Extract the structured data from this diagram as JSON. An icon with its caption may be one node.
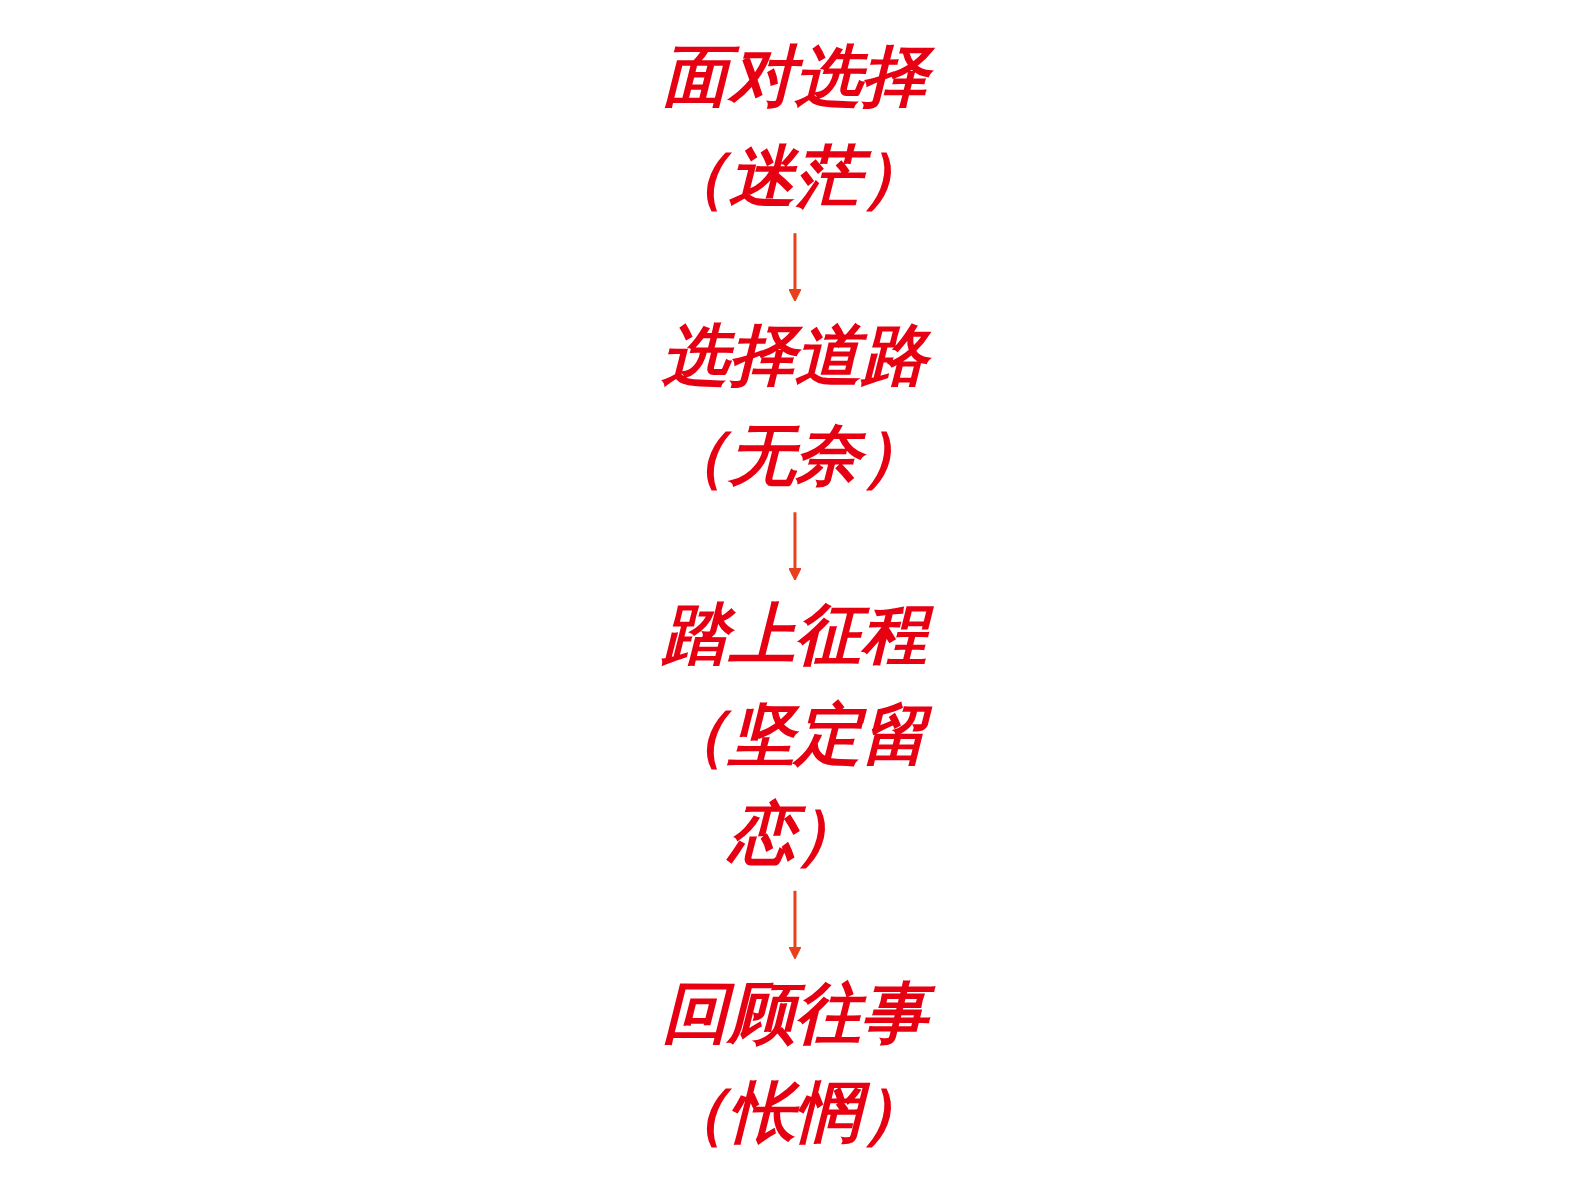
{
  "diagram": {
    "nodes": [
      {
        "text": [
          "面对选择（迷茫）"
        ]
      },
      {
        "text": [
          "选择道路（无奈）"
        ]
      },
      {
        "text": [
          "踏上征程（坚定留恋）"
        ]
      },
      {
        "text": [
          "回顾往事（怅惘）"
        ]
      }
    ],
    "edges": [
      {
        "from": 0,
        "to": 1,
        "arrow": "to"
      },
      {
        "from": 1,
        "to": 2,
        "arrow": "to"
      },
      {
        "from": 2,
        "to": 3,
        "arrow": "to"
      }
    ]
  }
}
